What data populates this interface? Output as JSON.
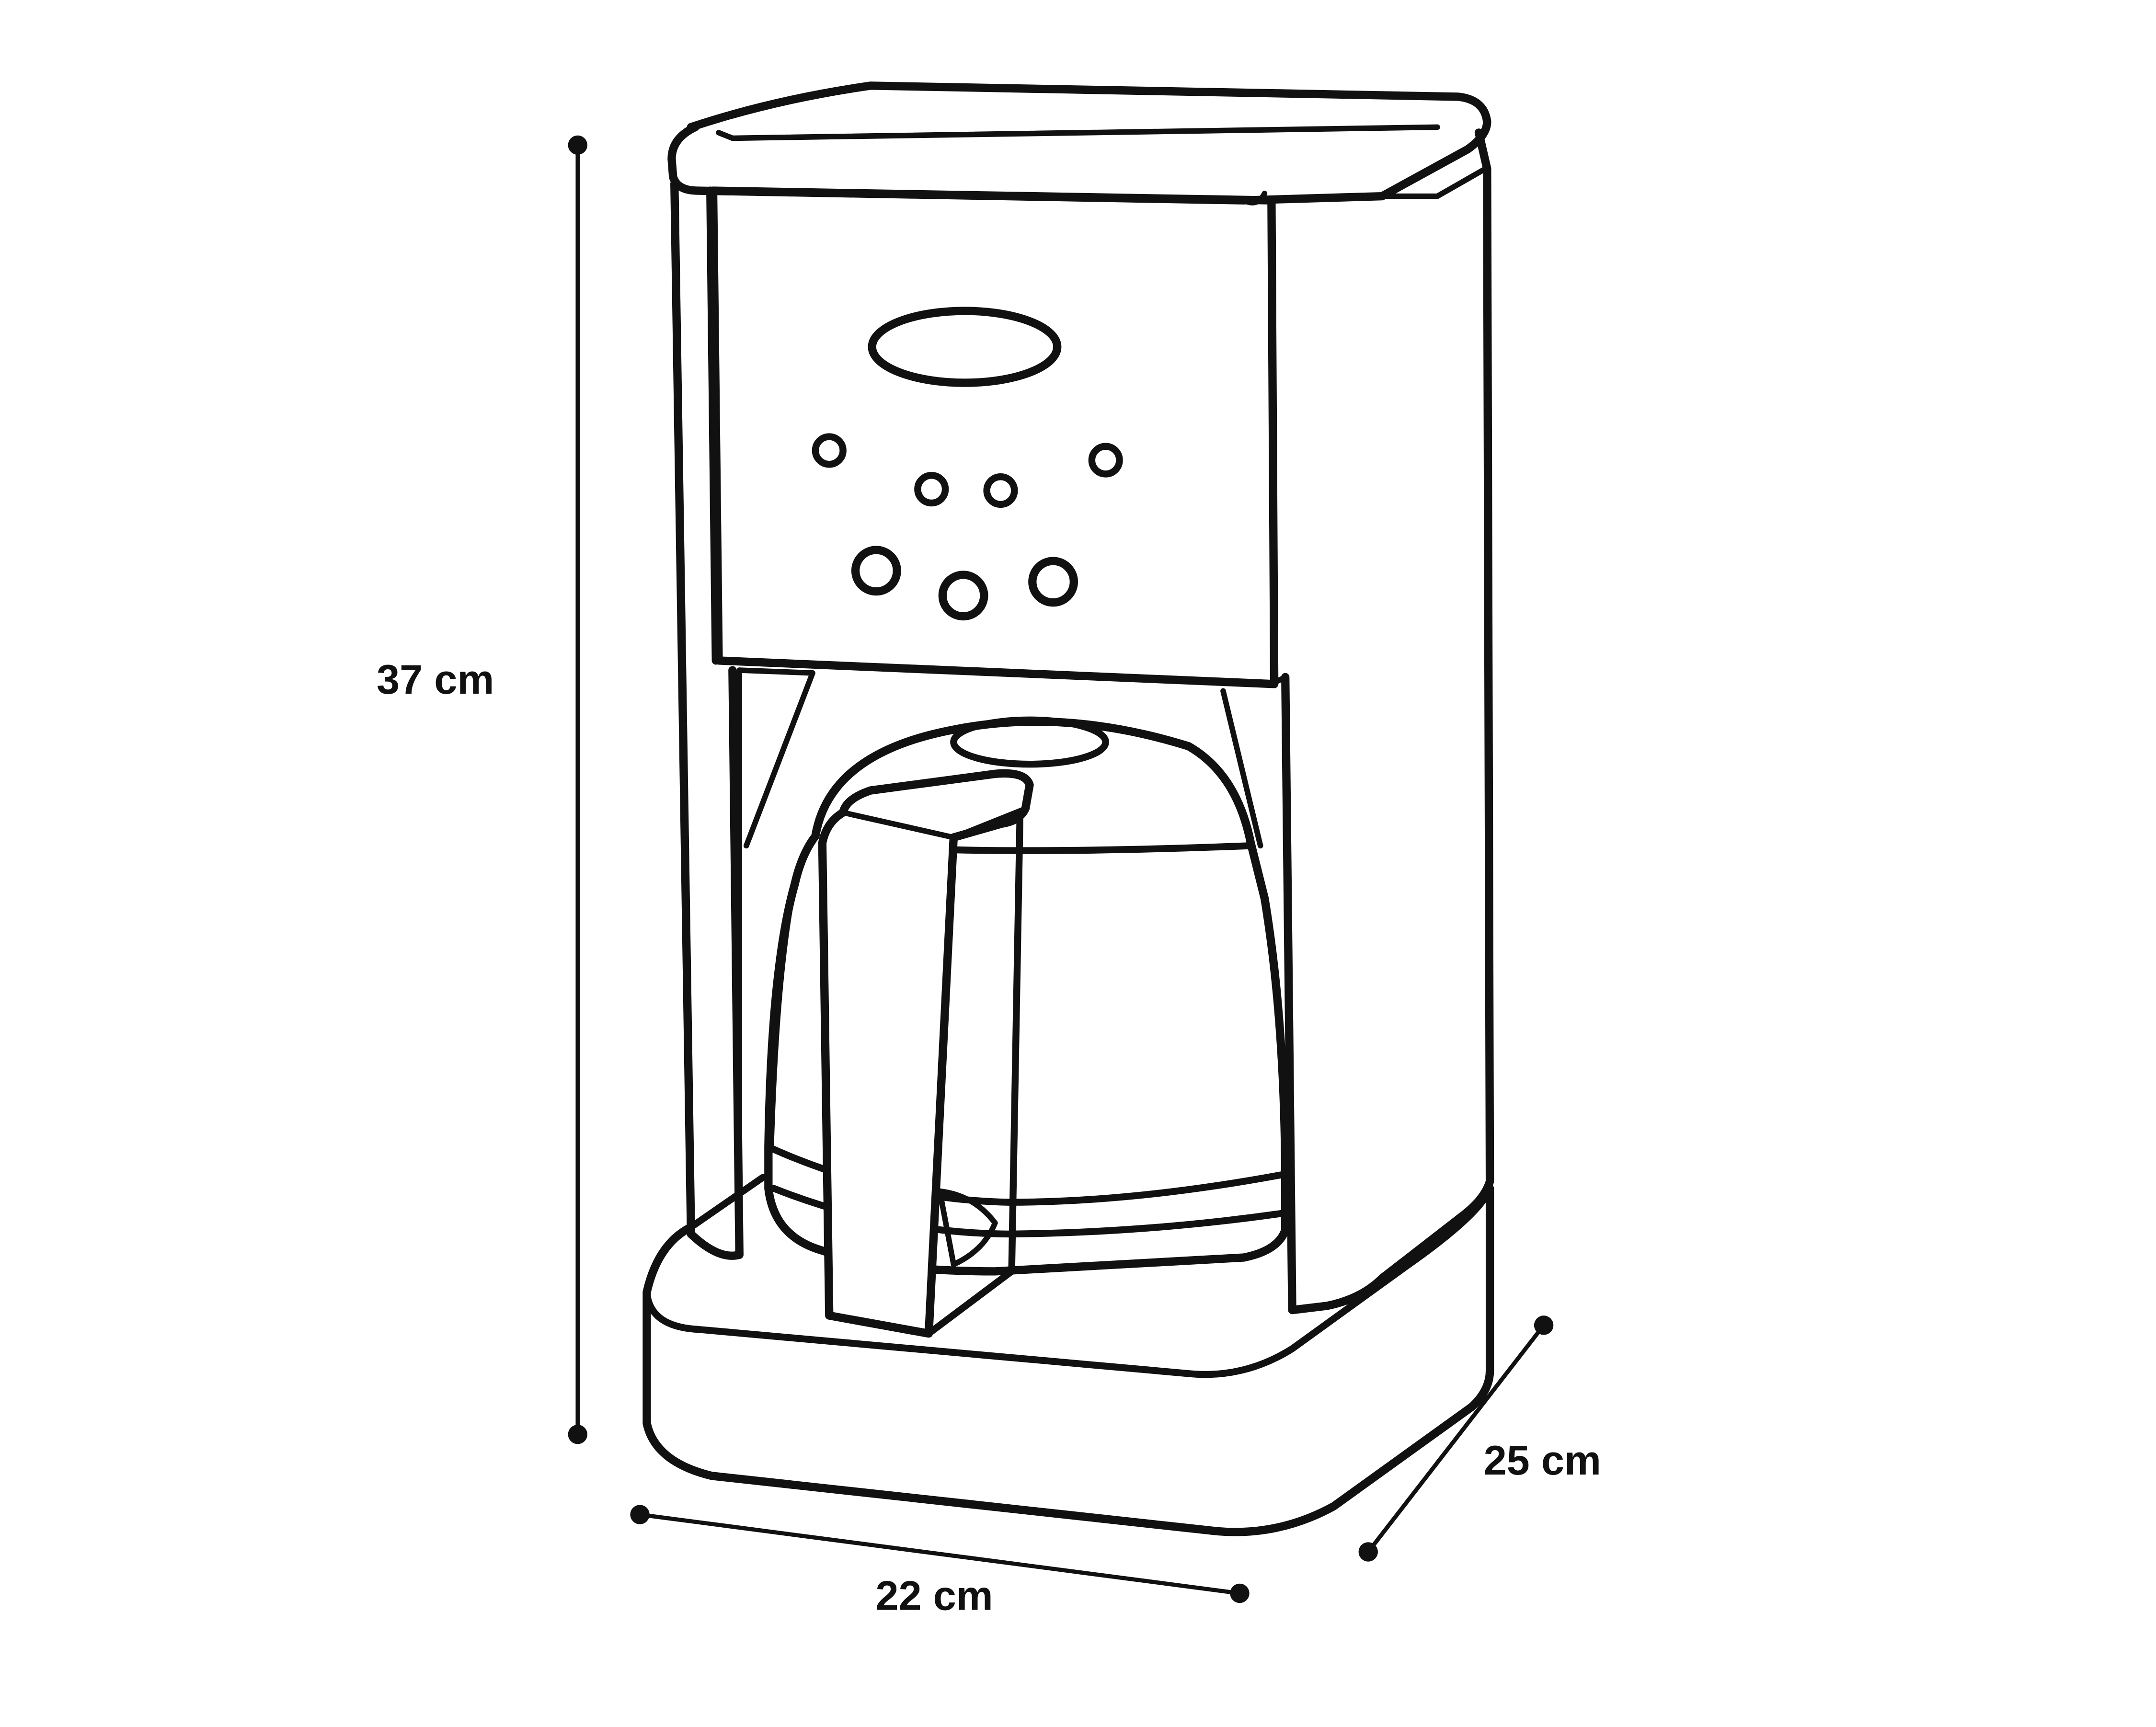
{
  "dimensions": {
    "height": {
      "label": "37 cm",
      "value": 37,
      "unit": "cm"
    },
    "width": {
      "label": "22 cm",
      "value": 22,
      "unit": "cm"
    },
    "depth": {
      "label": "25 cm",
      "value": 25,
      "unit": "cm"
    }
  },
  "colors": {
    "stroke": "#111111",
    "background": "#ffffff"
  },
  "icons": [
    "coffee-maker",
    "carafe",
    "control-button",
    "display-window"
  ]
}
